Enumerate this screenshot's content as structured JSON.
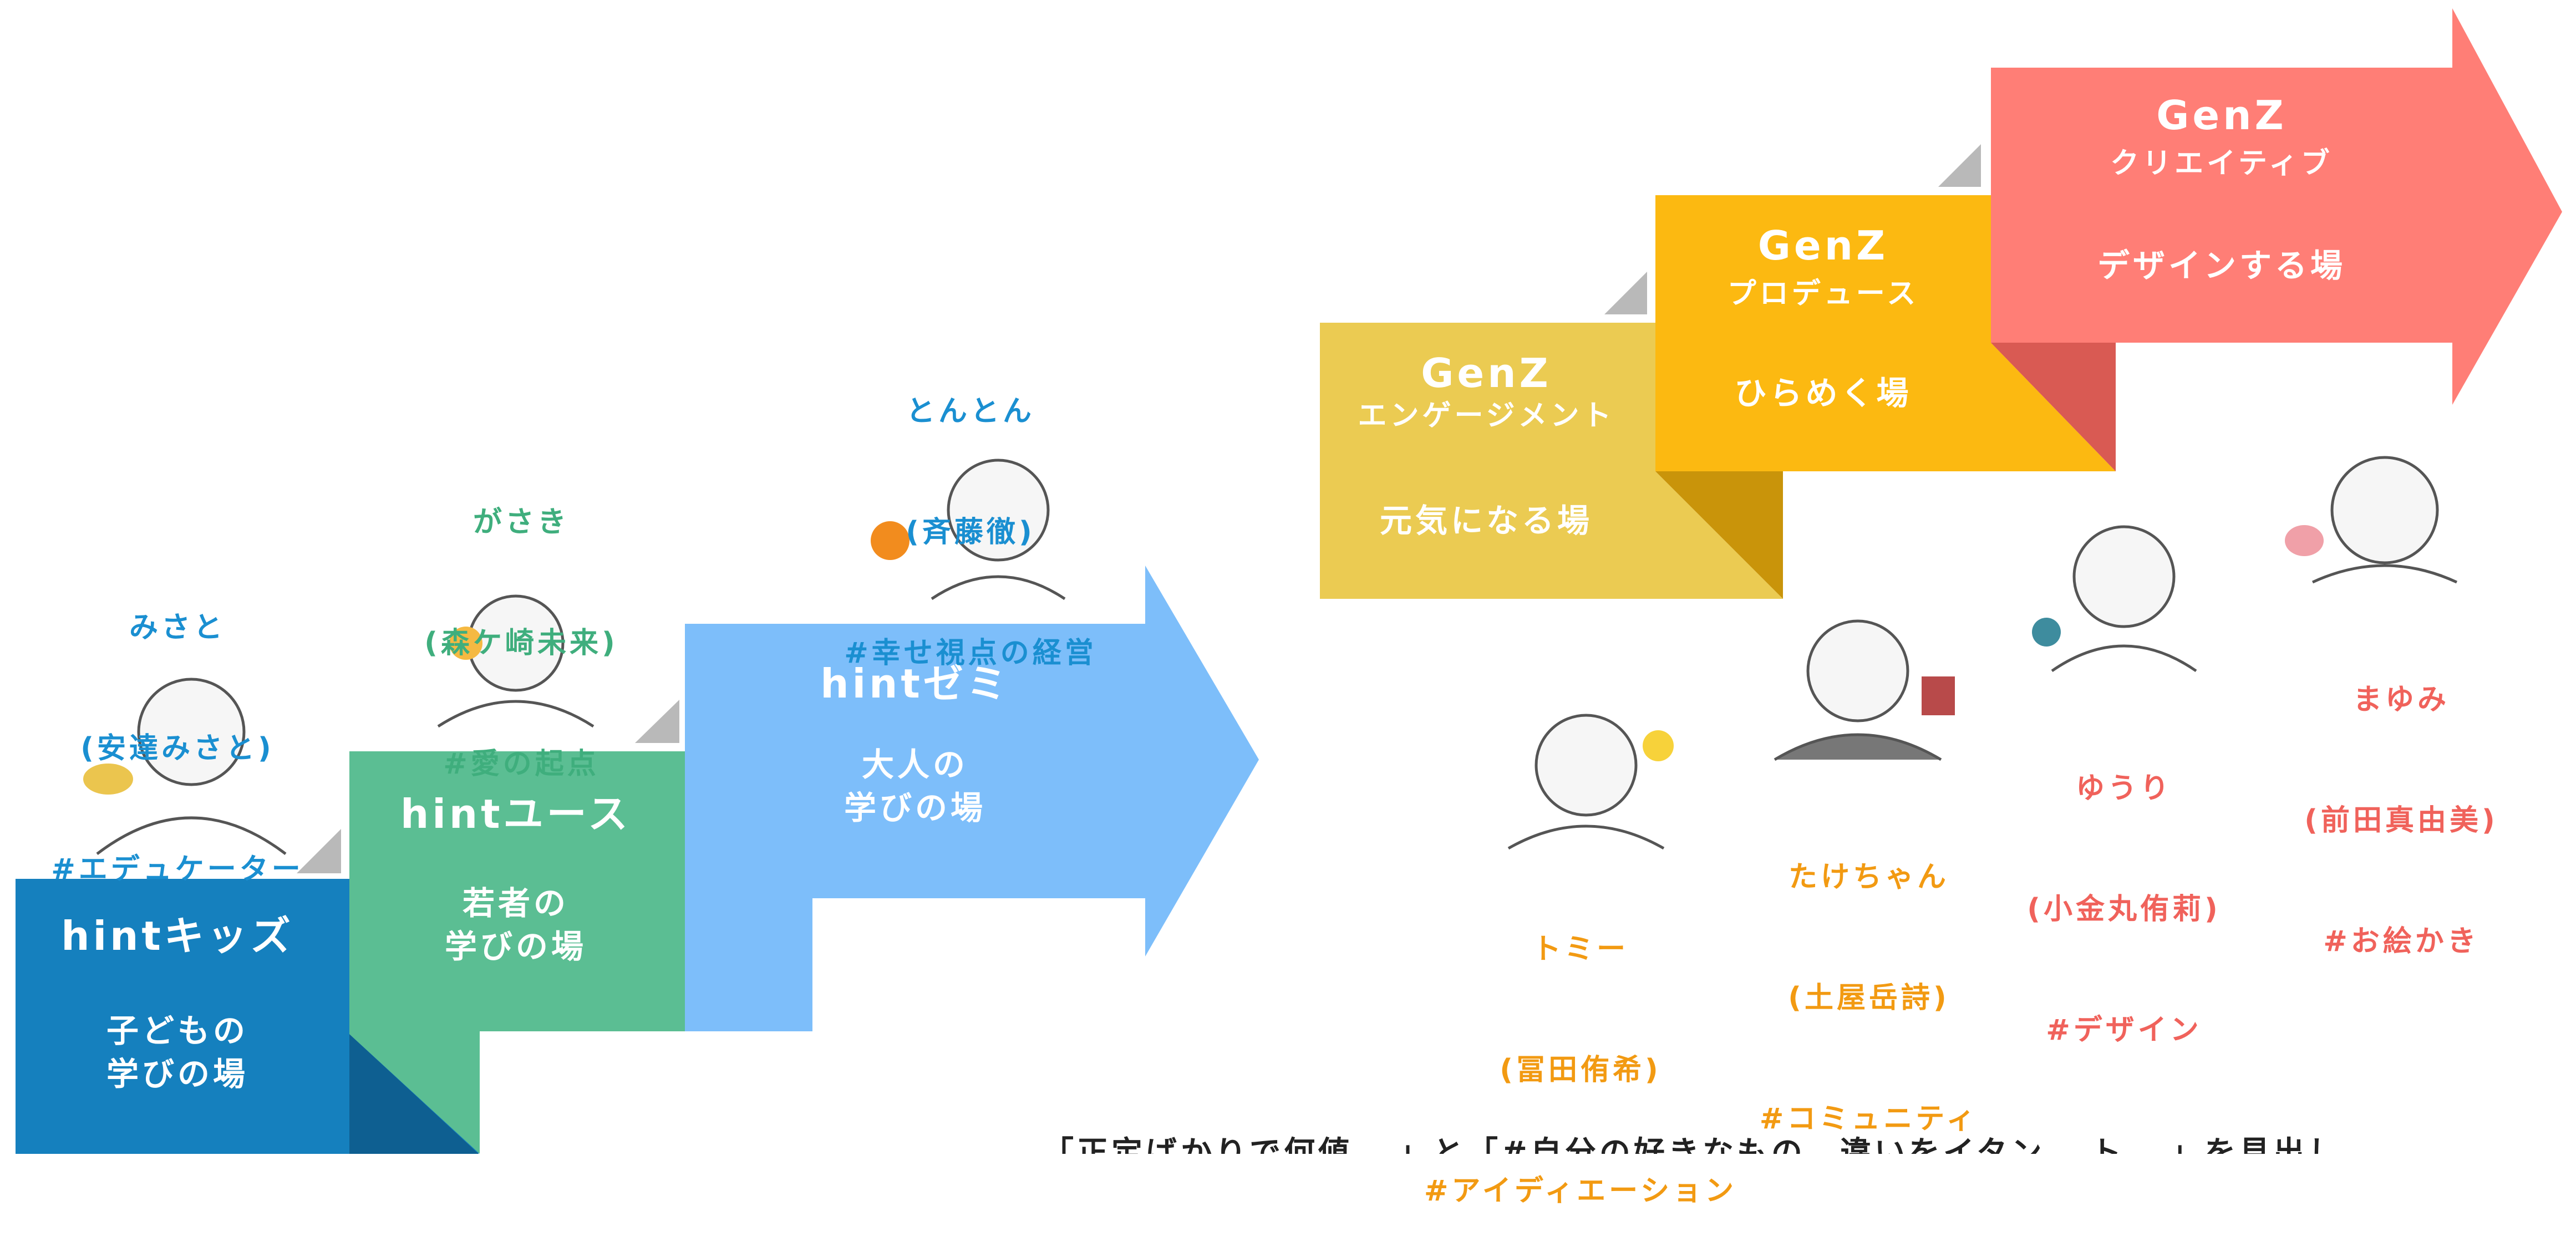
{
  "colors": {
    "kids": "#1580BE",
    "youth": "#5BBE93",
    "zemi": "#7DBEFA",
    "engagement": "#EBCB52",
    "produce": "#FCB911",
    "creative": "#FF7E76",
    "person_blue": "#1A8FD1",
    "person_green": "#3FAE7D",
    "person_orange": "#F29A12",
    "person_red": "#F0625B"
  },
  "steps": [
    {
      "title": "hintキッズ",
      "desc": "子どもの\n学びの場"
    },
    {
      "title": "hintユース",
      "desc": "若者の\n学びの場"
    },
    {
      "title": "hintゼミ",
      "desc": "大人の\n学びの場"
    },
    {
      "title": "GenZ",
      "subtitle": "エンゲージメント",
      "desc": "元気になる場"
    },
    {
      "title": "GenZ",
      "subtitle": "プロデュース",
      "desc": "ひらめく場"
    },
    {
      "title": "GenZ",
      "subtitle": "クリエイティブ",
      "desc": "デザインする場"
    }
  ],
  "people": [
    {
      "nick": "みさと",
      "name": "(安達みさと)",
      "tag": "#エデュケーター"
    },
    {
      "nick": "がさき",
      "name": "(森ケ崎未来)",
      "tag": "#愛の起点"
    },
    {
      "nick": "とんとん",
      "name": "(斉藤徹)",
      "tag": "#幸せ視点の経営"
    },
    {
      "nick": "トミー",
      "name": "(冨田侑希)",
      "tag": "#アイディエーション"
    },
    {
      "nick": "たけちゃん",
      "name": "(土屋岳詩)",
      "tag": "#コミュニティ"
    },
    {
      "nick": "ゆうり",
      "name": "(小金丸侑莉)",
      "tag": "#デザイン"
    },
    {
      "nick": "まゆみ",
      "name": "(前田真由美)",
      "tag": "#お絵かき"
    }
  ],
  "footer_text": "「正定ばかりで何値...」と「#自分の好きなもの、違いをイタン...ト...」を見出し"
}
